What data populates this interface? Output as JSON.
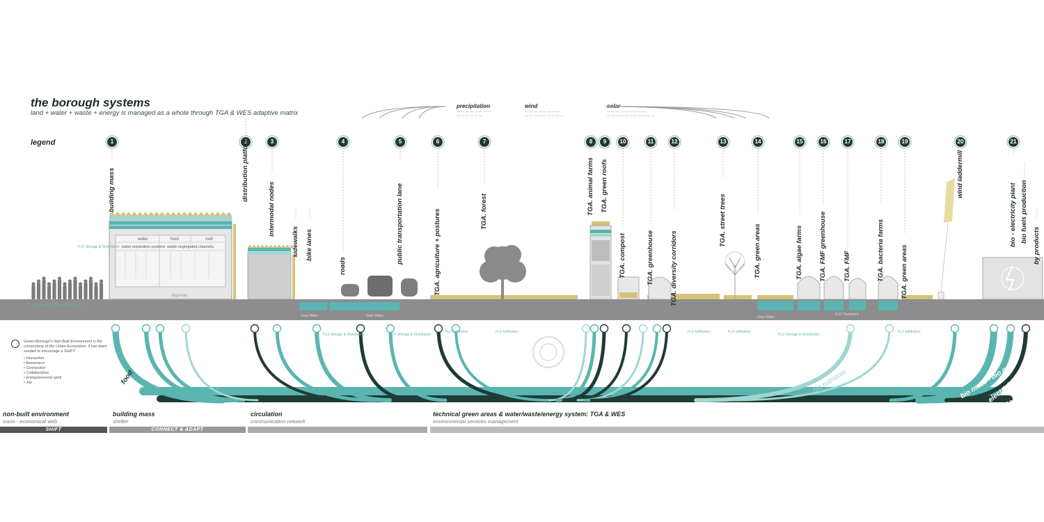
{
  "header": {
    "title": "the borough systems",
    "subtitle": "land + water + waste + energy is managed as a whole through TGA & WES adaptive matrix",
    "legend_label": "legend"
  },
  "climate": {
    "precipitation": "precipitation",
    "wind": "wind",
    "solar": "solar"
  },
  "elements": [
    {
      "n": "1",
      "label": "building mass"
    },
    {
      "n": "2",
      "label": "distribution platform"
    },
    {
      "n": "3",
      "label": "intermodal nodes"
    },
    {
      "n": "",
      "label": "sidewalks"
    },
    {
      "n": "",
      "label": "bike lanes"
    },
    {
      "n": "4",
      "label": "roads"
    },
    {
      "n": "5",
      "label": "public transportation lane"
    },
    {
      "n": "6",
      "label": "TGA. agriculture + postures"
    },
    {
      "n": "7",
      "label": "TGA. forest"
    },
    {
      "n": "8",
      "label": "TGA. animal farms"
    },
    {
      "n": "9",
      "label": "TGA. green roofs"
    },
    {
      "n": "10",
      "label": "TGA. compost"
    },
    {
      "n": "11",
      "label": "TGA. greenhouse"
    },
    {
      "n": "12",
      "label": "TGA. diversity corridors"
    },
    {
      "n": "13",
      "label": "TGA. street trees"
    },
    {
      "n": "14",
      "label": "TGA. green areas"
    },
    {
      "n": "15",
      "label": "TGA. algae farms"
    },
    {
      "n": "16",
      "label": "TGA. FMF greenhouse"
    },
    {
      "n": "17",
      "label": "TGA. FMF"
    },
    {
      "n": "18",
      "label": "TGA. bacteria farms"
    },
    {
      "n": "19",
      "label": "TGA. green areas"
    },
    {
      "n": "20",
      "label": "wind laddermill"
    },
    {
      "n": "21",
      "label": "bio - electricity plant"
    },
    {
      "n": "",
      "label": "bio fuels production"
    },
    {
      "n": "",
      "label": "by products"
    }
  ],
  "building": {
    "water": "water",
    "food": "food",
    "roof": "roof",
    "water_separation": "water separation systems",
    "waste_channels": "waste segregated channels",
    "digester": "digester"
  },
  "ground": {
    "citizens": "Citizens of Green Borough",
    "h2o_storage": "H₂O Storage & Distribution",
    "gray_water": "Gray Water",
    "h2o_infiltration": "H₂O Infiltration",
    "h2o_treatment": "H₂O Treatment"
  },
  "note": {
    "text": "Green-Borough's Non-Built Environment is the cornerstone of the Urban Ecosystem. It has been seeded to encourage a SHIFT:",
    "items": [
      "Interaction",
      "Awareness",
      "Connection",
      "Collaboration",
      "Entrepreneurial spirit",
      "Joy"
    ]
  },
  "flows": {
    "food": "food",
    "bio_nutrients": "bio nutrients",
    "bio_mass": "bio mass - bio gass",
    "electricity": "electricity",
    "bio_fuels": "bio fuels"
  },
  "sections": [
    {
      "title": "non-built environment",
      "sub": "socio - economical web"
    },
    {
      "title": "building mass",
      "sub": "shelter"
    },
    {
      "title": "circulation",
      "sub": "communication network"
    },
    {
      "title": "technical green areas & water/waste/energy system: TGA & WES",
      "sub": "environmental services management"
    }
  ],
  "phases": {
    "shift": "SHIFT",
    "connect": "CONNECT & ADAPT"
  },
  "colors": {
    "teal": "#5ab5b0",
    "dark_teal": "#1e3b36",
    "light_teal": "#9fd6d2",
    "ground": "#8d8d8d",
    "grass": "#d7c27a"
  }
}
